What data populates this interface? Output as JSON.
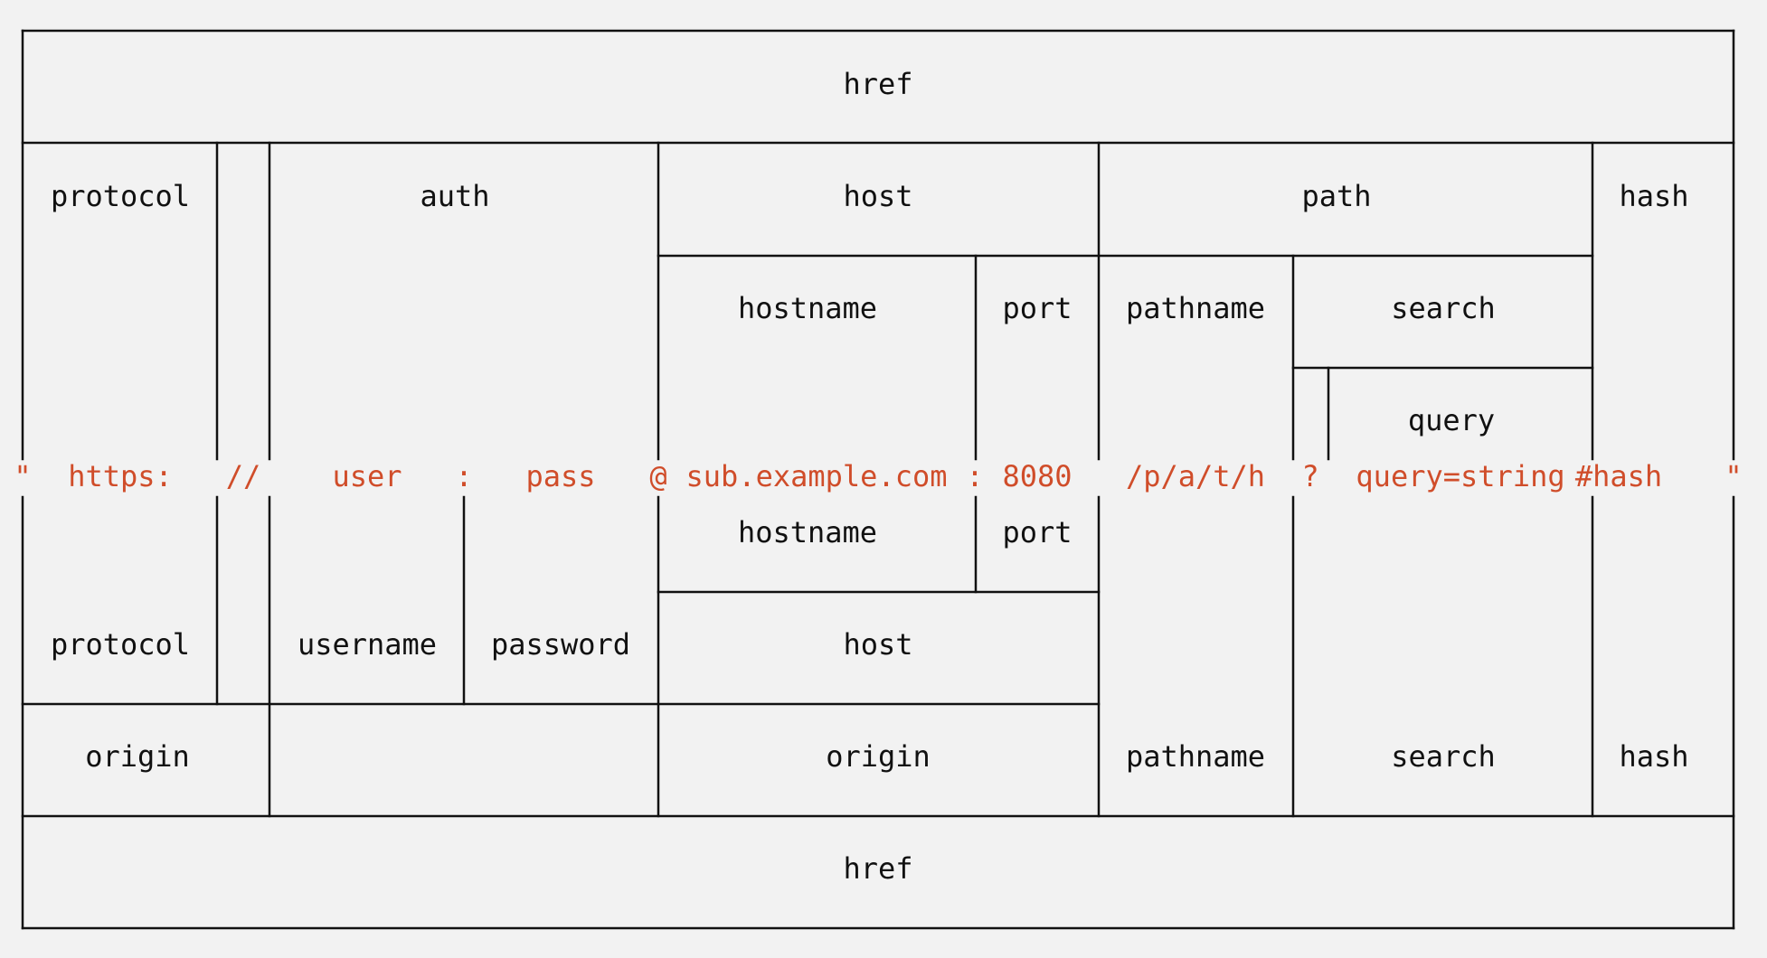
{
  "colors": {
    "background": "#f2f2f2",
    "line": "#111111",
    "url_text": "#d04d2a"
  },
  "top": {
    "href": "href",
    "protocol": "protocol",
    "auth": "auth",
    "host": "host",
    "path": "path",
    "hash": "hash",
    "hostname": "hostname",
    "port": "port",
    "pathname": "pathname",
    "search": "search",
    "query": "query"
  },
  "url_parts": {
    "open_quote": "\"",
    "protocol": "https:",
    "slashes": "//",
    "user": "user",
    "colon_auth": ":",
    "pass": "pass",
    "at": "@",
    "hostname": "sub.example.com",
    "colon_port": ":",
    "port": "8080",
    "pathname": "/p/a/t/h",
    "question": "?",
    "query": "query=string",
    "hash": "#hash",
    "close_quote": "\""
  },
  "bottom": {
    "hostname": "hostname",
    "port": "port",
    "protocol": "protocol",
    "username": "username",
    "password": "password",
    "host": "host",
    "origin_left": "origin",
    "origin_center": "origin",
    "pathname": "pathname",
    "search": "search",
    "hash": "hash",
    "href": "href"
  }
}
